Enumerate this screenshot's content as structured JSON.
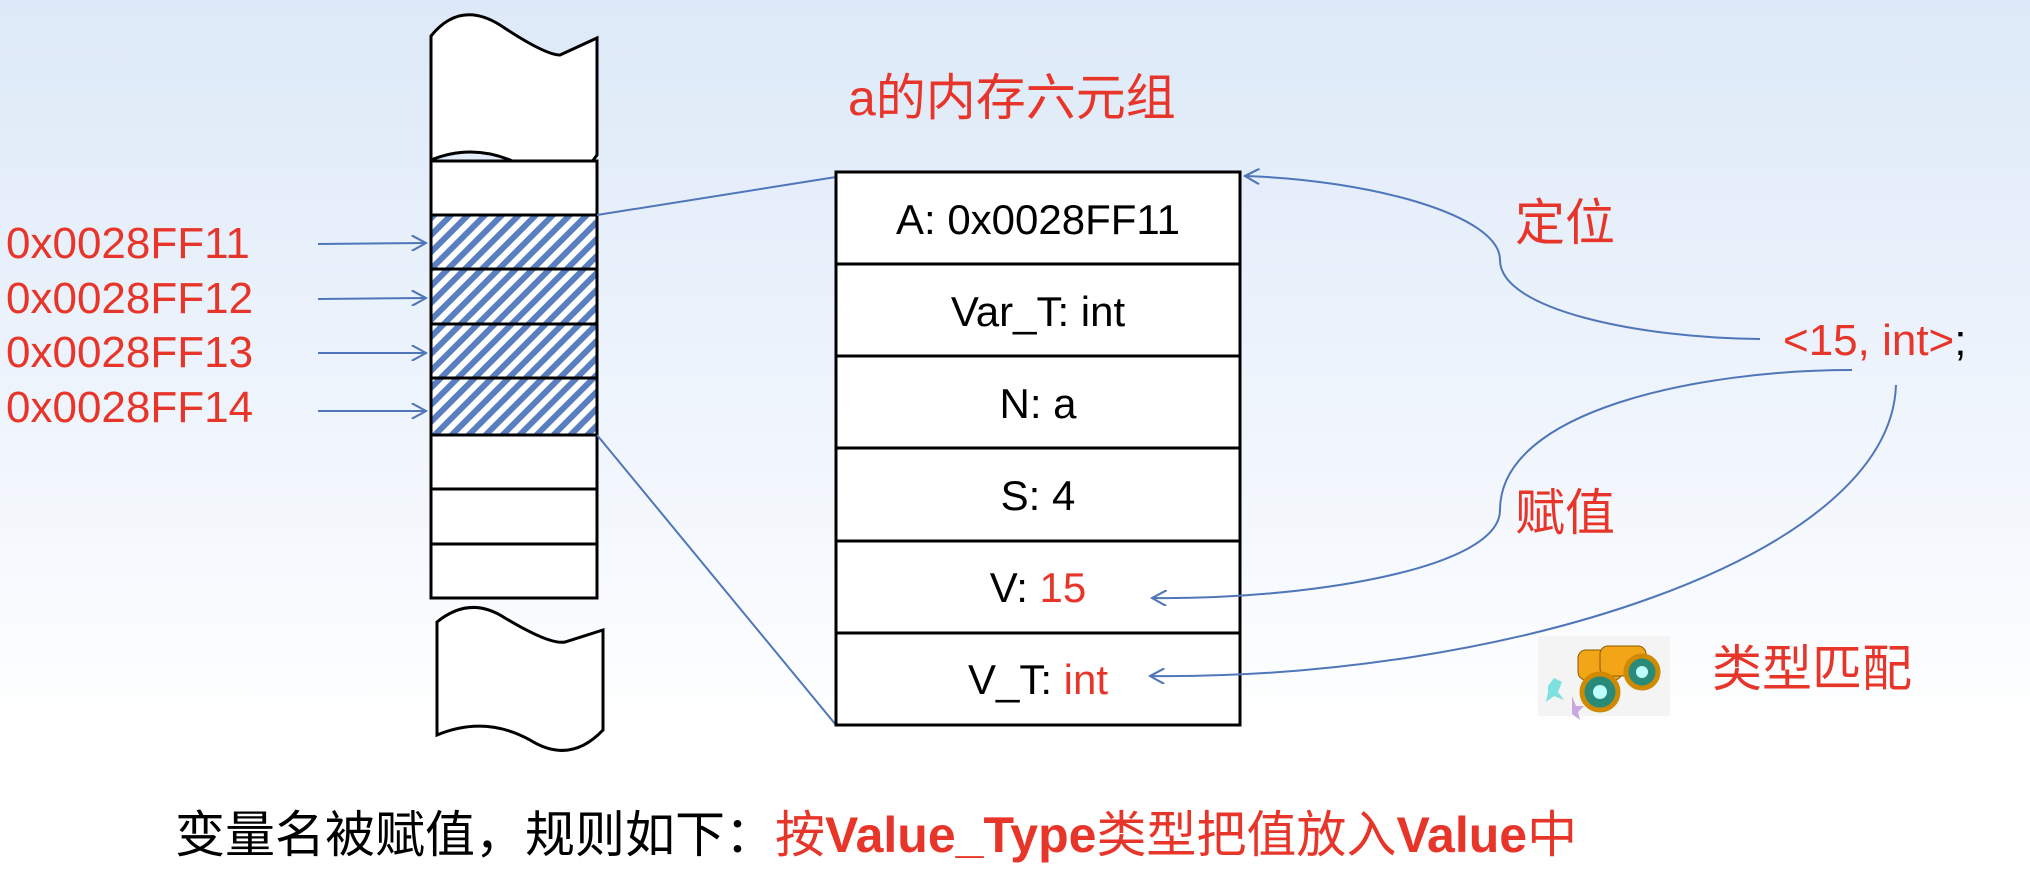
{
  "title": "a的内存六元组",
  "addresses": [
    "0x0028FF11",
    "0x0028FF12",
    "0x0028FF13",
    "0x0028FF14"
  ],
  "tuple": [
    {
      "key": "A: ",
      "value": "0x0028FF11",
      "value_red": false
    },
    {
      "key": "Var_T: ",
      "value": "int",
      "value_red": false
    },
    {
      "key": "N: ",
      "value": "a",
      "value_red": false
    },
    {
      "key": "S: ",
      "value": "4",
      "value_red": false
    },
    {
      "key": "V: ",
      "value": "15",
      "value_red": true
    },
    {
      "key": "V_T: ",
      "value": "int",
      "value_red": true
    }
  ],
  "labels": {
    "locate": "定位",
    "assign": "赋值",
    "type_match": "类型匹配",
    "literal": "<15, int>",
    "literal_suffix": ";"
  },
  "footer": {
    "black": "变量名被赋值，规则如下：",
    "red1": "按",
    "bold1": "Value_Type",
    "red2": "类型把值放入",
    "bold2": "Value",
    "red3": "中"
  },
  "colors": {
    "red": "#e8352a",
    "line": "#4f76b8",
    "hatch": "#5a7fc0"
  }
}
